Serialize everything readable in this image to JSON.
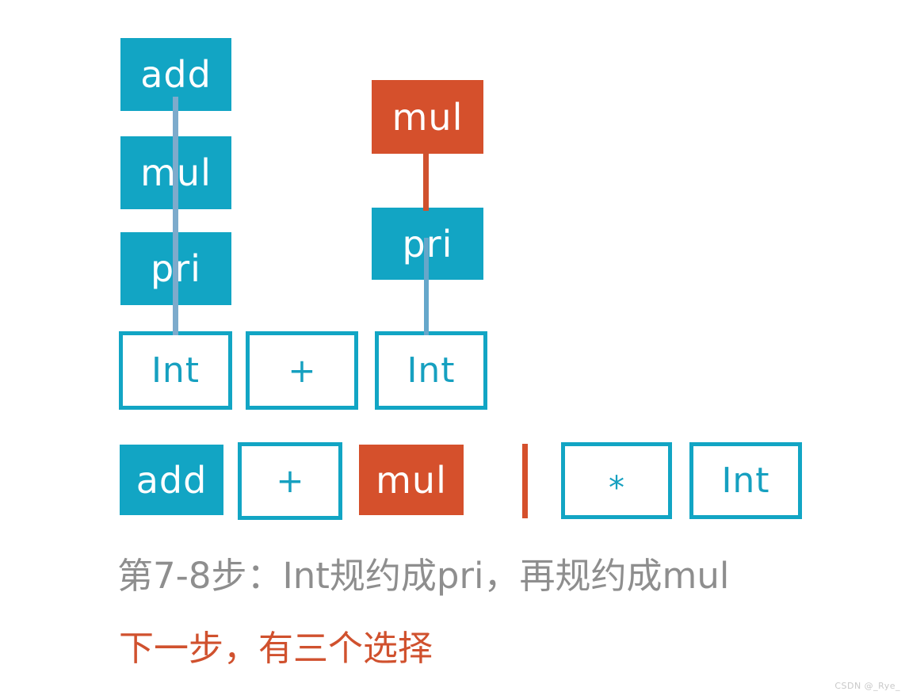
{
  "palette": {
    "teal": "#12a5c4",
    "orange": "#d5502c",
    "caption_gray": "#8e8e8e",
    "caption_orange": "#d0512e",
    "connector_light_blue": "#7dabcc",
    "connector_teal_blue": "#66a7ca",
    "connector_orange": "#d0512e",
    "watermark_gray": "#c9c9c9",
    "box_text_white": "#ffffff",
    "outline_box_text_teal": "#16a0c0"
  },
  "tree": {
    "left_stack": {
      "add": "add",
      "mul": "mul",
      "pri": "pri",
      "int": "Int"
    },
    "plus_terminal": "+",
    "right_stack": {
      "mul": "mul",
      "pri": "pri",
      "int": "Int"
    }
  },
  "stack_row": {
    "add": "add",
    "plus": "+",
    "mul": "mul",
    "star": "*",
    "int": "Int"
  },
  "captions": {
    "step": "第7-8步：Int规约成pri，再规约成mul",
    "next": "下一步，有三个选择"
  },
  "watermark": "CSDN @_Rye_"
}
